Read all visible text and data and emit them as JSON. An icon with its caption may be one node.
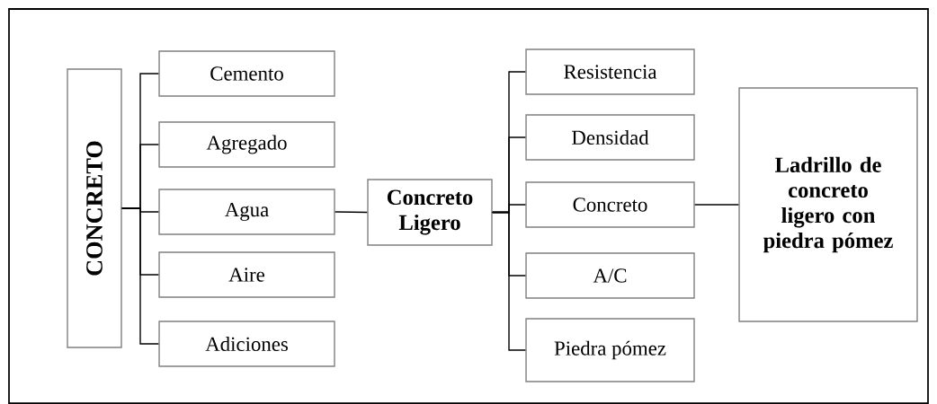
{
  "diagram": {
    "nodes": [
      {
        "text": [
          "CONCRETO"
        ]
      },
      {
        "text": [
          "Cemento"
        ]
      },
      {
        "text": [
          "Agregado"
        ]
      },
      {
        "text": [
          "Agua"
        ]
      },
      {
        "text": [
          "Aire"
        ]
      },
      {
        "text": [
          "Adiciones"
        ]
      },
      {
        "text": [
          "Concreto Ligero"
        ]
      },
      {
        "text": [
          "Resistencia"
        ]
      },
      {
        "text": [
          "Densidad"
        ]
      },
      {
        "text": [
          "Concreto"
        ]
      },
      {
        "text": [
          "A/C"
        ]
      },
      {
        "text": [
          "Piedra pómez"
        ]
      },
      {
        "text": [
          "Ladrillo de concreto ligero con piedra pómez"
        ]
      }
    ],
    "edges": [
      {
        "from": 0,
        "to": 1,
        "arrow": "none"
      },
      {
        "from": 0,
        "to": 2,
        "arrow": "none"
      },
      {
        "from": 0,
        "to": 3,
        "arrow": "none"
      },
      {
        "from": 0,
        "to": 4,
        "arrow": "none"
      },
      {
        "from": 0,
        "to": 5,
        "arrow": "none"
      },
      {
        "from": 3,
        "to": 6,
        "arrow": "none"
      },
      {
        "from": 6,
        "to": 7,
        "arrow": "none"
      },
      {
        "from": 6,
        "to": 8,
        "arrow": "none"
      },
      {
        "from": 6,
        "to": 9,
        "arrow": "none"
      },
      {
        "from": 6,
        "to": 10,
        "arrow": "none"
      },
      {
        "from": 6,
        "to": 11,
        "arrow": "none"
      },
      {
        "from": 9,
        "to": 12,
        "arrow": "none"
      }
    ]
  }
}
